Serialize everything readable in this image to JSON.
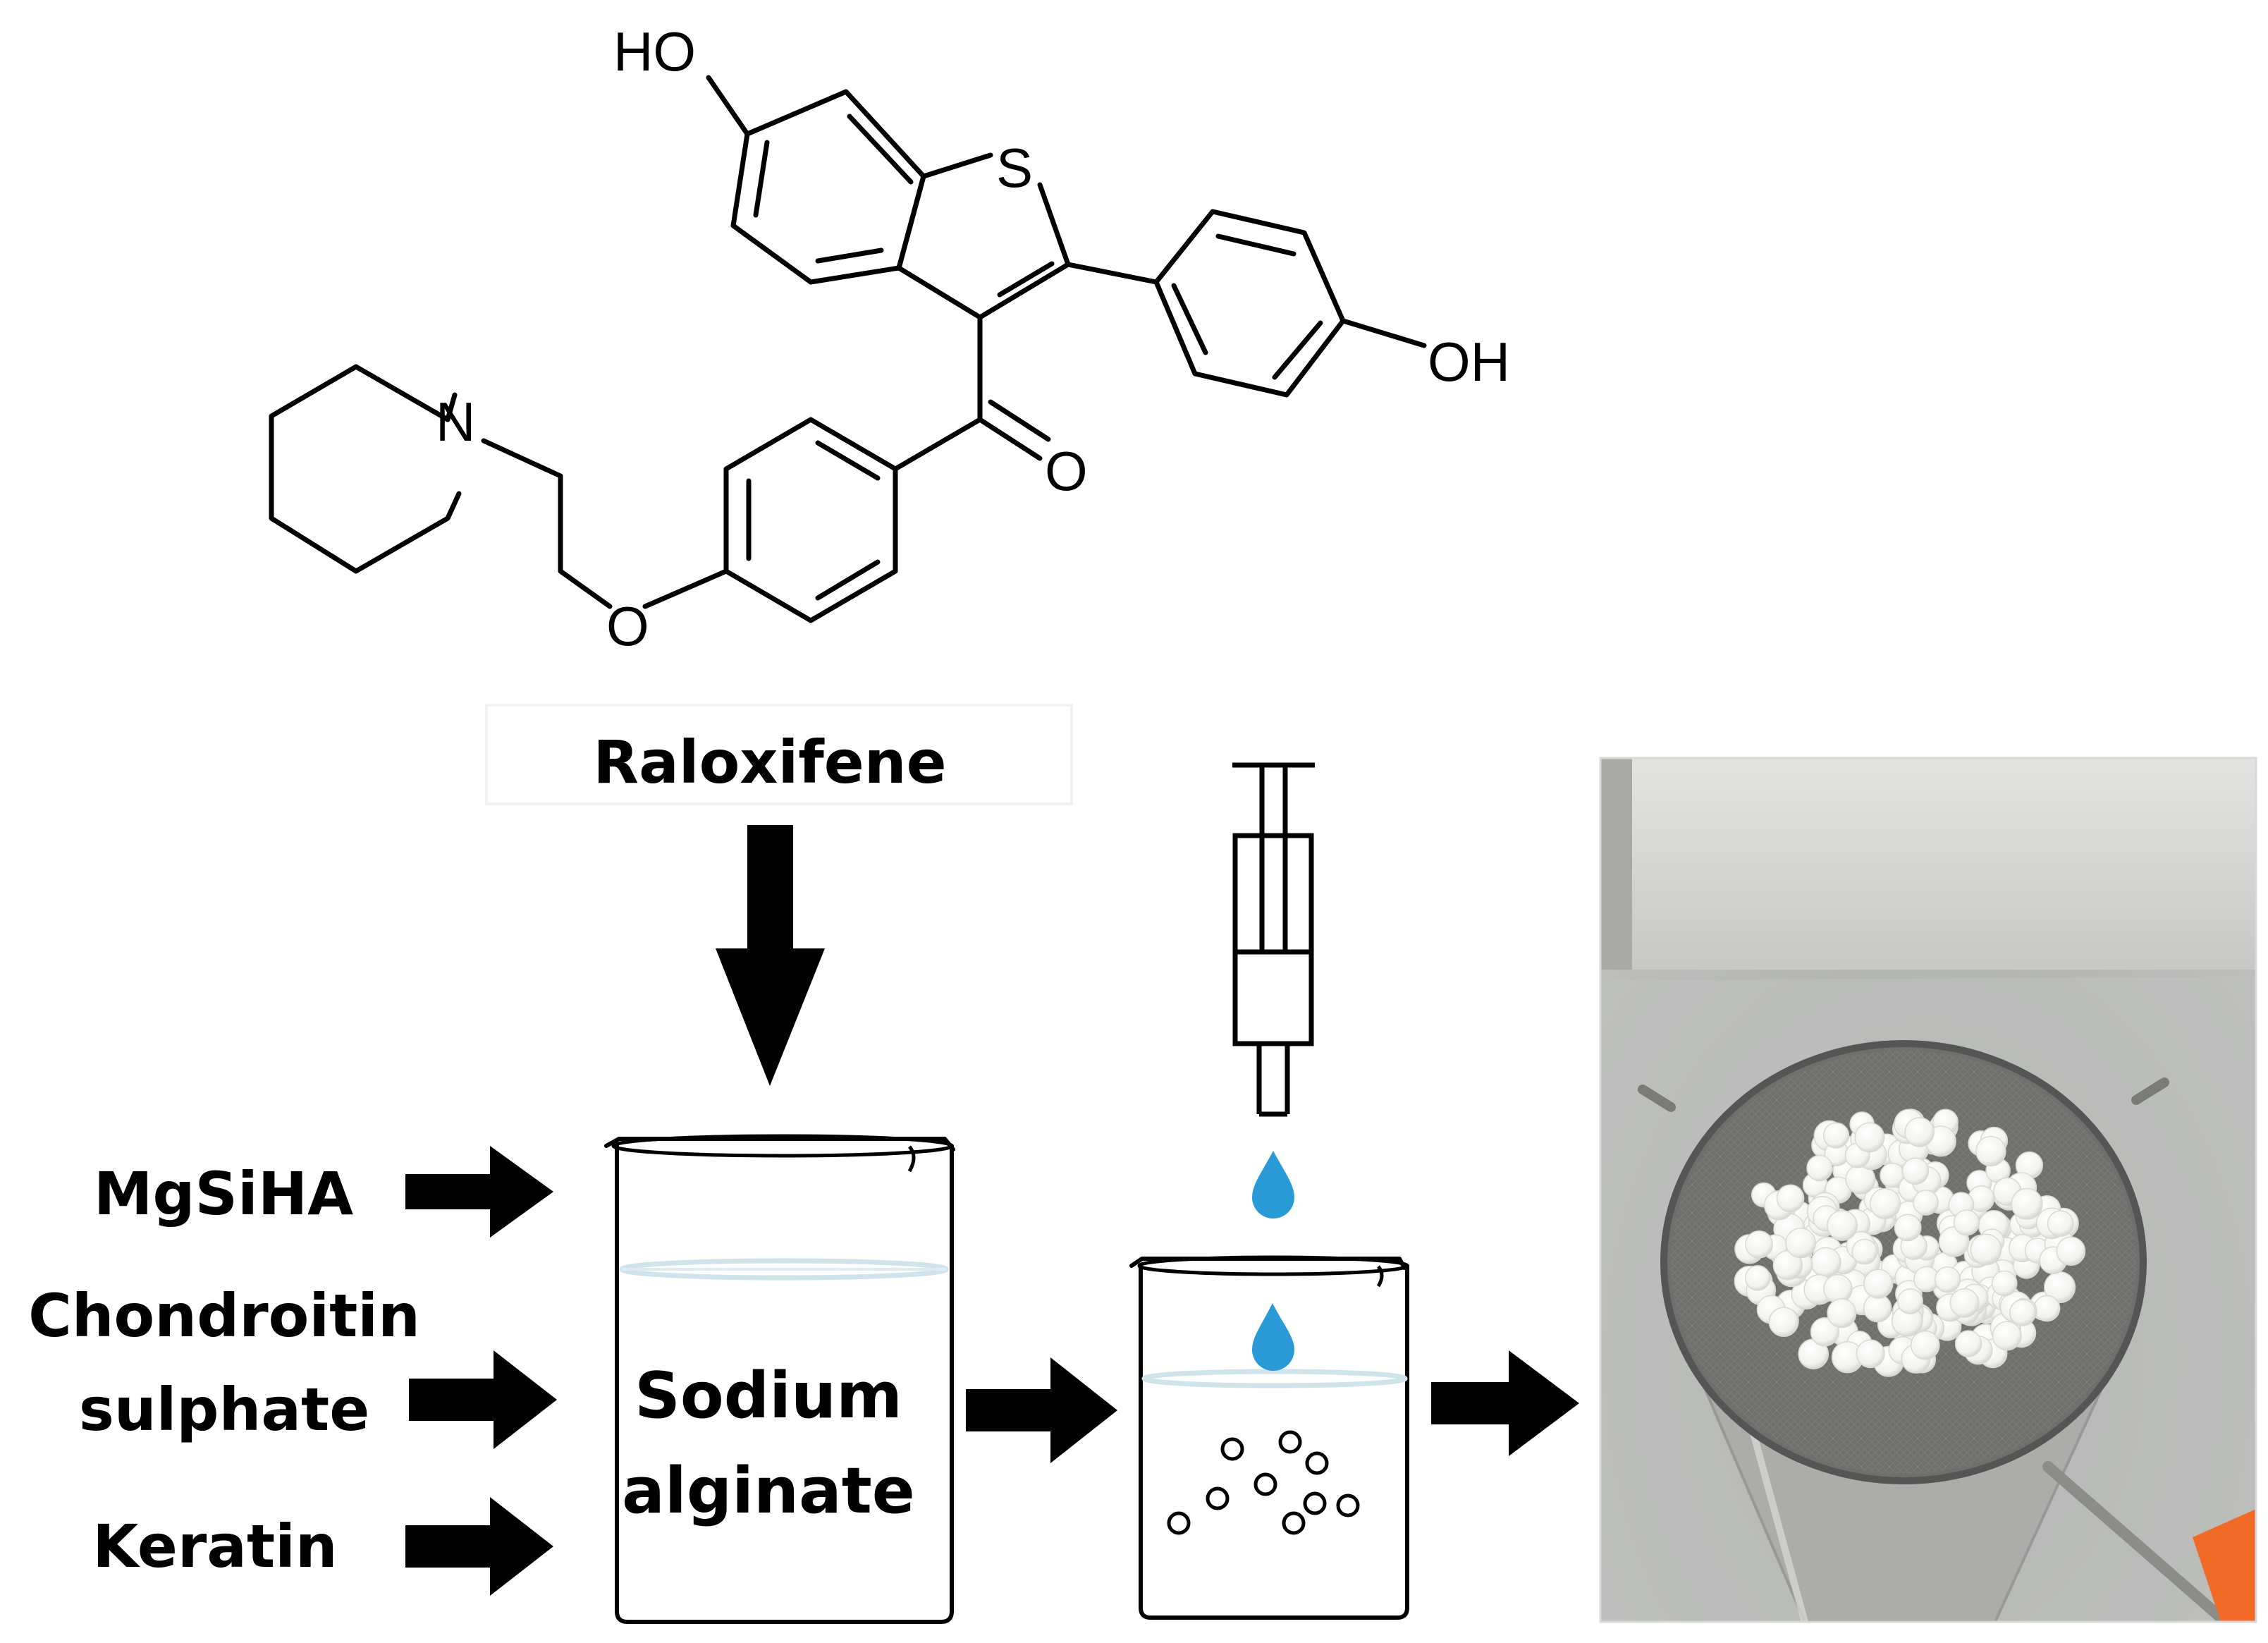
{
  "molecule": {
    "name_label": "Raloxifene",
    "atoms": {
      "hydroxyl_top": "HO",
      "hydroxyl_right": "OH",
      "sulfur": "S",
      "nitrogen": "N",
      "oxygen_carbonyl": "O",
      "oxygen_ether": "O"
    }
  },
  "inputs": {
    "mgsiha": "MgSiHA",
    "chondroitin_line1": "Chondroitin",
    "chondroitin_line2": "sulphate",
    "keratin": "Keratin"
  },
  "beaker": {
    "line1": "Sodium",
    "line2": "alginate"
  },
  "colors": {
    "drop": "#2a9ad6",
    "liquid_line": "#cfe3ea",
    "photo_bg": "#b7b7b5",
    "orange_handle": "#f26a28"
  }
}
